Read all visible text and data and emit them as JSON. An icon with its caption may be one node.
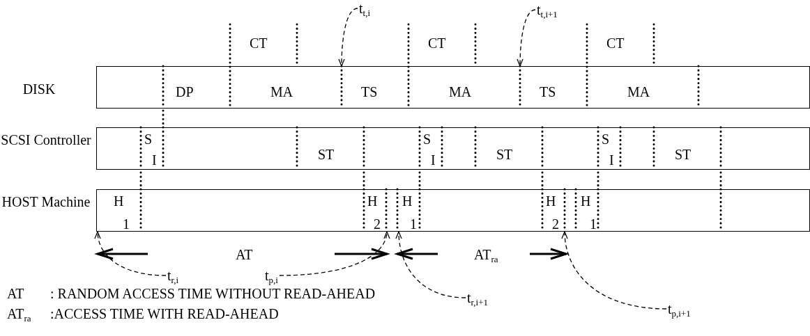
{
  "diagram": {
    "nodes": [
      {
        "text": [
          "DISK"
        ]
      },
      {
        "text": [
          "SCSI Controller"
        ]
      },
      {
        "text": [
          "HOST Machine"
        ]
      },
      {
        "text": [
          "t$_{t,i}$"
        ]
      },
      {
        "text": [
          "t$_{t,i+1}$"
        ]
      },
      {
        "text": [
          "t$_{r,i}$"
        ]
      },
      {
        "text": [
          "t$_{p,i}$"
        ]
      },
      {
        "text": [
          "t$_{r,i+1}$"
        ]
      },
      {
        "text": [
          "t$_{p,i+1}$"
        ]
      }
    ],
    "edges": [
      {
        "from": 3,
        "to": 0,
        "arrow": "to",
        "style": "dashed"
      },
      {
        "from": 4,
        "to": 0,
        "arrow": "to",
        "style": "dashed"
      },
      {
        "from": 5,
        "to": 2,
        "arrow": "to",
        "style": "dashed"
      },
      {
        "from": 6,
        "to": 2,
        "arrow": "to",
        "style": "dashed"
      },
      {
        "from": 7,
        "to": 2,
        "arrow": "to",
        "style": "dashed"
      },
      {
        "from": 8,
        "to": 2,
        "arrow": "to",
        "style": "dashed"
      }
    ],
    "labels": [
      "CT",
      "CT",
      "CT",
      "DP",
      "MA",
      "TS",
      "MA",
      "TS",
      "MA",
      "S",
      "I",
      "ST",
      "S",
      "I",
      "ST",
      "S",
      "I",
      "ST",
      "H",
      "1",
      "H",
      "2",
      "H",
      "1",
      "H",
      "2",
      "H",
      "1",
      "AT",
      "AT$_{ra}$",
      "AT",
      ": RANDOM ACCESS TIME WITHOUT READ-AHEAD",
      "AT$_{ra}$",
      ":ACCESS TIME WITH READ-AHEAD"
    ]
  }
}
